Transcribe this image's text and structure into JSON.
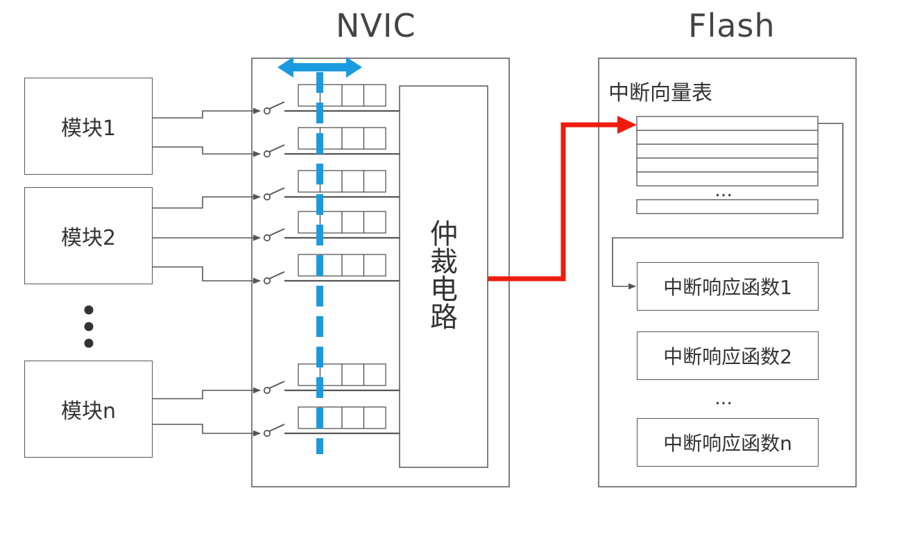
{
  "titles": {
    "nvic": "NVIC",
    "flash": "Flash"
  },
  "modules": [
    "模块1",
    "模块2",
    "模块n"
  ],
  "arbiter_chars": [
    "仲",
    "裁",
    "电",
    "路"
  ],
  "vector_table_label": "中断向量表",
  "ellipsis_dots": "…",
  "handlers": [
    "中断响应函数1",
    "中断响应函数2",
    "中断响应函数n"
  ],
  "colors": {
    "line": "#555555",
    "bus": "#1a9be0",
    "signal": "#ee1c0e",
    "text": "#333333"
  },
  "icons": {
    "bus_arrow": "double-arrow-icon",
    "switch": "switch-icon"
  }
}
